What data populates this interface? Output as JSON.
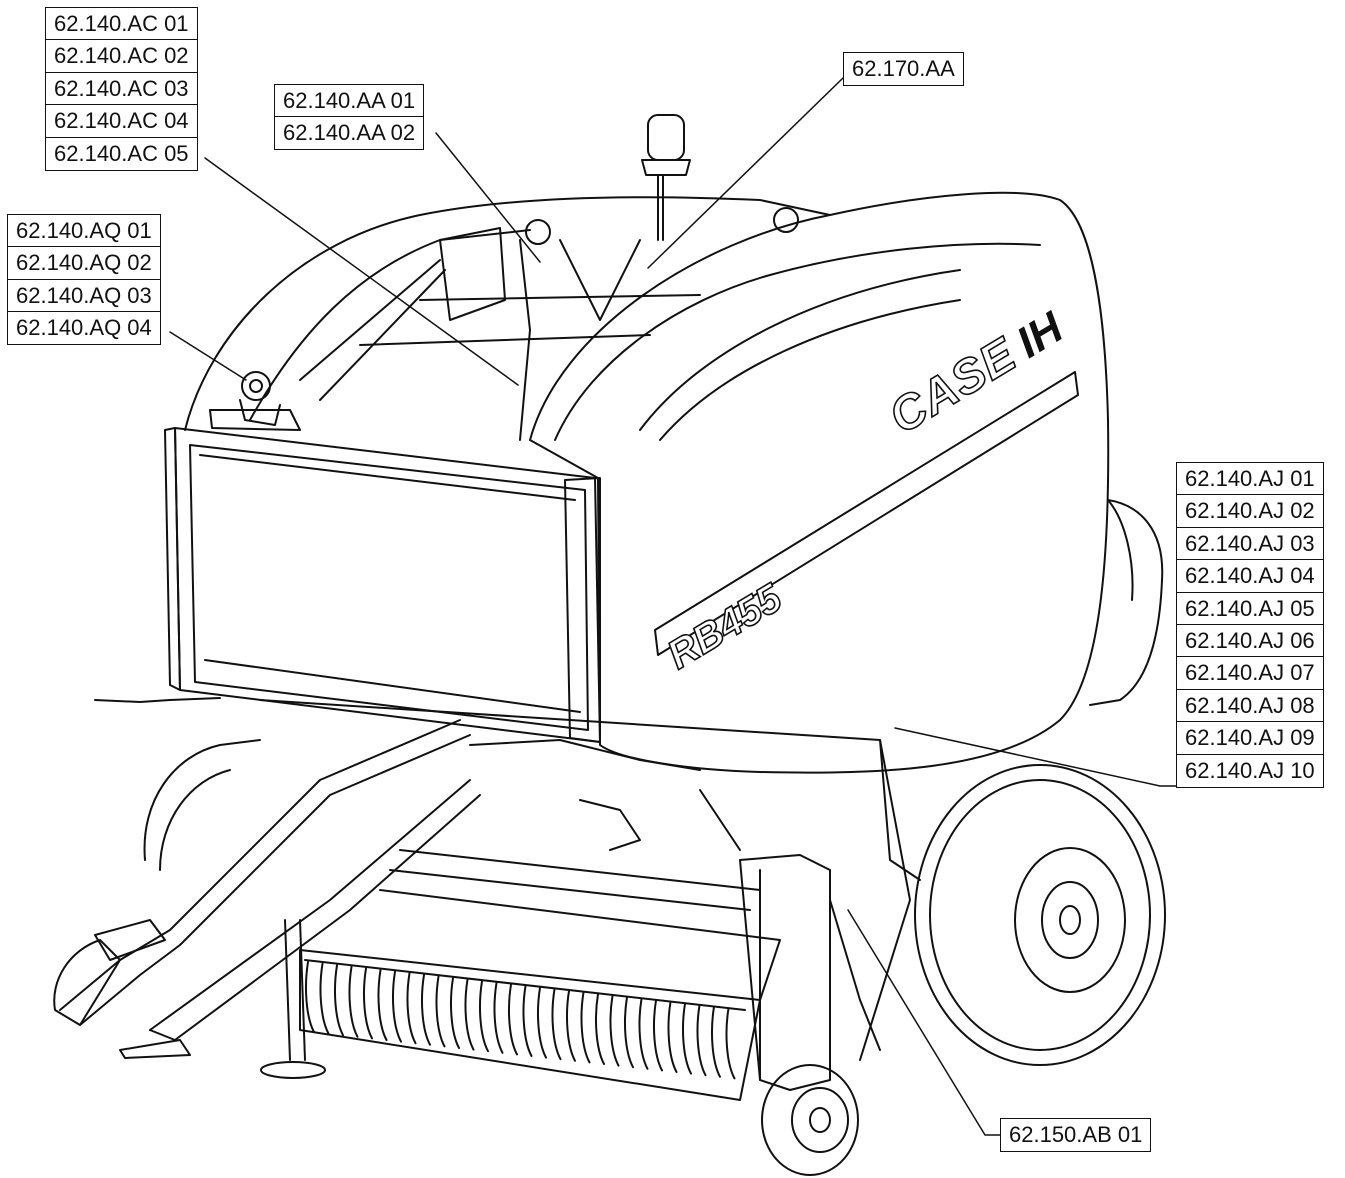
{
  "callouts": {
    "ac": [
      "62.140.AC 01",
      "62.140.AC 02",
      "62.140.AC 03",
      "62.140.AC 04",
      "62.140.AC 05"
    ],
    "aa": [
      "62.140.AA 01",
      "62.140.AA 02"
    ],
    "beacon": [
      "62.170.AA"
    ],
    "aq": [
      "62.140.AQ 01",
      "62.140.AQ 02",
      "62.140.AQ 03",
      "62.140.AQ 04"
    ],
    "aj": [
      "62.140.AJ 01",
      "62.140.AJ 02",
      "62.140.AJ 03",
      "62.140.AJ 04",
      "62.140.AJ 05",
      "62.140.AJ 06",
      "62.140.AJ 07",
      "62.140.AJ 08",
      "62.140.AJ 09",
      "62.140.AJ 10"
    ],
    "ab": [
      "62.150.AB 01"
    ]
  },
  "machine": {
    "brand": "CASE",
    "brand_mark": "IH",
    "model": "RB455"
  }
}
